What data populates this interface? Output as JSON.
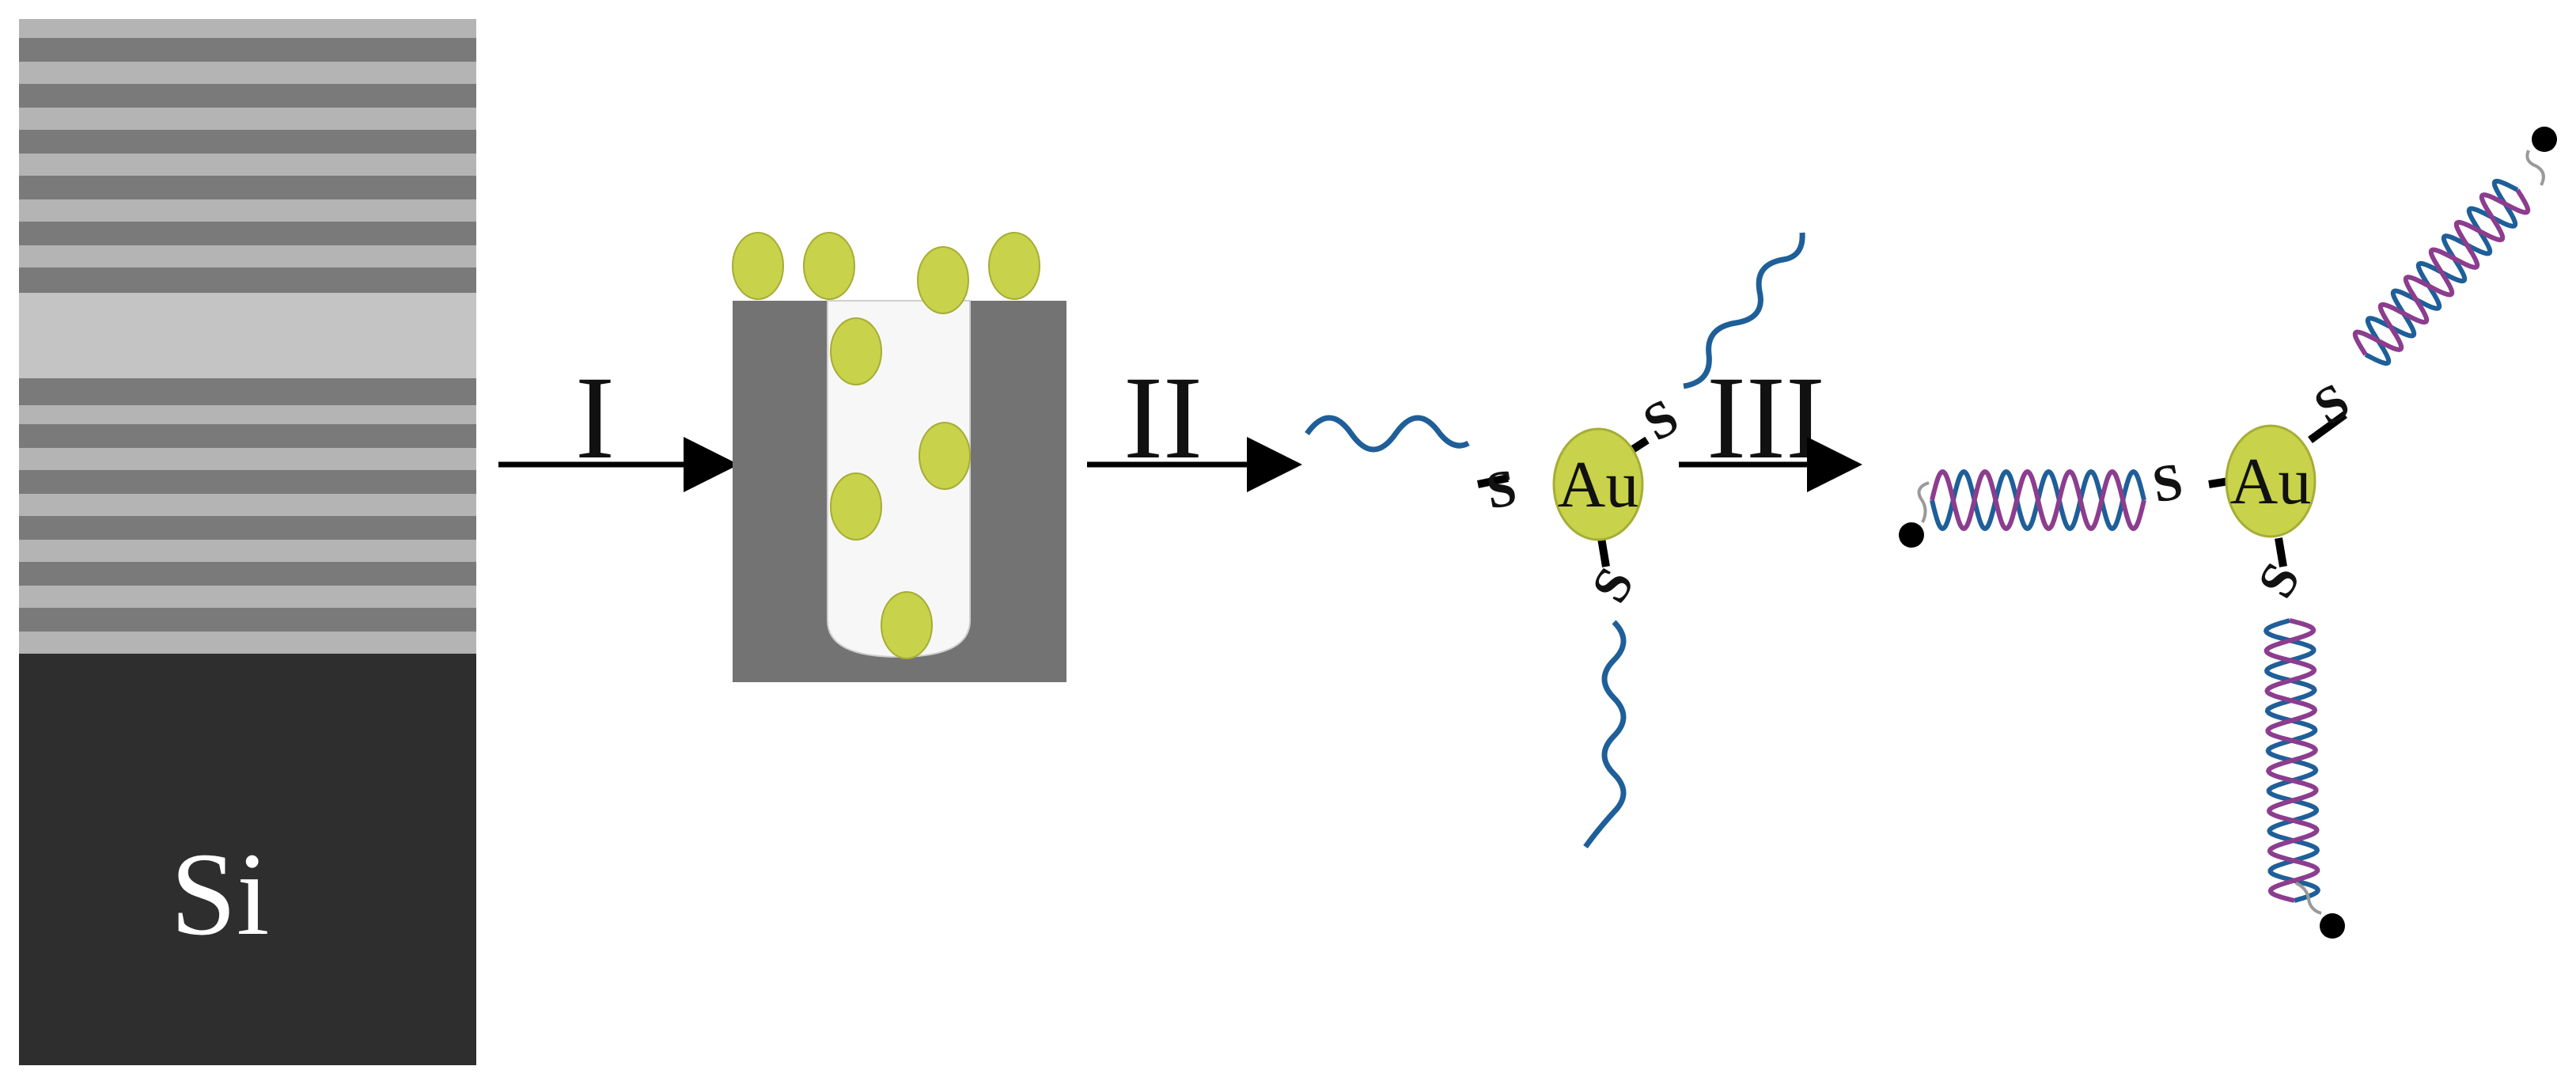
{
  "labels": {
    "substrate": "Si",
    "step1": "I",
    "step2": "II",
    "step3": "III",
    "gold": "Au",
    "sulfur": "S"
  },
  "colors": {
    "substrate": "#2e2e2e",
    "layer_light": "#b4b4b4",
    "layer_dark": "#7a7a7a",
    "layer_pale": "#c4c4c4",
    "template": "#737373",
    "pore": "#f7f7f7",
    "nanoparticle": "#c8d24a",
    "nanoparticle_edge": "#a5ad35",
    "strand_a": "#1f5f99",
    "strand_b": "#8c3d8e",
    "arrow": "#000000"
  },
  "icons": {
    "arrows": "right-arrow-icon",
    "end_label": "black-dot-icon"
  }
}
